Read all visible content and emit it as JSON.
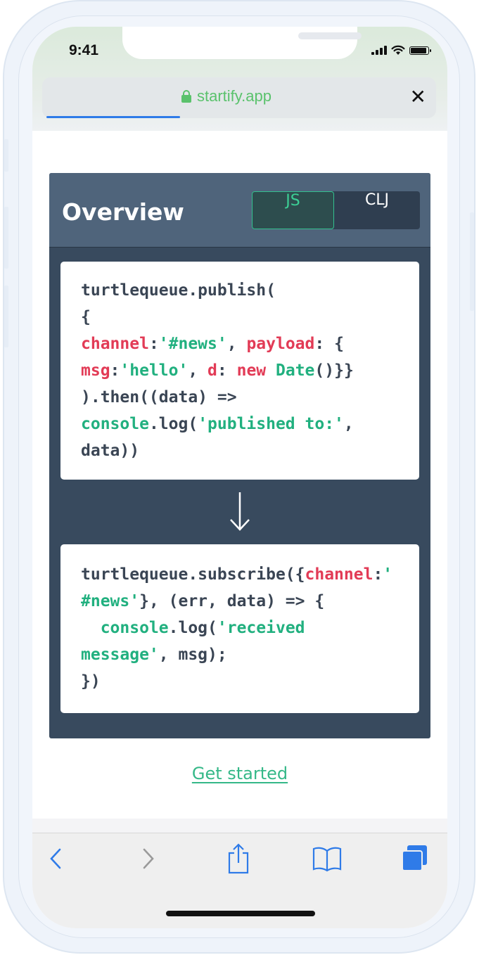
{
  "status_bar": {
    "time": "9:41"
  },
  "browser": {
    "url": "startify.app",
    "close_label": "✕",
    "load_progress": 0.34
  },
  "overview": {
    "title": "Overview",
    "tabs": [
      {
        "label": "JS",
        "selected": true
      },
      {
        "label": "CLJ",
        "selected": false
      }
    ]
  },
  "code_publish": {
    "lines": [
      [
        {
          "t": "turtlequeue.publish(",
          "c": "plain"
        }
      ],
      [
        {
          "t": "{",
          "c": "plain"
        }
      ],
      [
        {
          "t": "channel",
          "c": "red"
        },
        {
          "t": ":",
          "c": "plain"
        },
        {
          "t": "'#news'",
          "c": "green"
        },
        {
          "t": ", ",
          "c": "plain"
        },
        {
          "t": "payload",
          "c": "red"
        },
        {
          "t": ": {",
          "c": "plain"
        }
      ],
      [
        {
          "t": "msg",
          "c": "red"
        },
        {
          "t": ":",
          "c": "plain"
        },
        {
          "t": "'hello'",
          "c": "green"
        },
        {
          "t": ", ",
          "c": "plain"
        },
        {
          "t": "d",
          "c": "red"
        },
        {
          "t": ": ",
          "c": "plain"
        },
        {
          "t": "new",
          "c": "red"
        },
        {
          "t": " ",
          "c": "plain"
        },
        {
          "t": "Date",
          "c": "green"
        },
        {
          "t": "()}}",
          "c": "plain"
        }
      ],
      [
        {
          "t": ").then((data) =>",
          "c": "plain"
        }
      ],
      [
        {
          "t": "console",
          "c": "green"
        },
        {
          "t": ".log(",
          "c": "plain"
        },
        {
          "t": "'published to:'",
          "c": "green"
        },
        {
          "t": ",",
          "c": "plain"
        }
      ],
      [
        {
          "t": "data))",
          "c": "plain"
        }
      ]
    ]
  },
  "code_subscribe": {
    "lines": [
      [
        {
          "t": "turtlequeue.subscribe({",
          "c": "plain"
        },
        {
          "t": "channel",
          "c": "red"
        },
        {
          "t": ":",
          "c": "plain"
        },
        {
          "t": "'",
          "c": "green"
        }
      ],
      [
        {
          "t": "#news'",
          "c": "green"
        },
        {
          "t": "}, (err, data) => {",
          "c": "plain"
        }
      ],
      [
        {
          "t": "  ",
          "c": "plain"
        },
        {
          "t": "console",
          "c": "green"
        },
        {
          "t": ".log(",
          "c": "plain"
        },
        {
          "t": "'received",
          "c": "green"
        }
      ],
      [
        {
          "t": "message'",
          "c": "green"
        },
        {
          "t": ", msg);",
          "c": "plain"
        }
      ],
      [
        {
          "t": "})",
          "c": "plain"
        }
      ]
    ]
  },
  "cta": {
    "get_started": "Get started"
  },
  "toolbar": {
    "icons": [
      "back-icon",
      "forward-icon",
      "share-icon",
      "bookmarks-icon",
      "tabs-icon"
    ],
    "accent": "#2f7be8"
  },
  "colors": {
    "keyword_red": "#e23b56",
    "string_green": "#21b07f",
    "panel_dark": "#384a5e",
    "panel_header": "#4f647b",
    "link_green": "#35b888"
  }
}
